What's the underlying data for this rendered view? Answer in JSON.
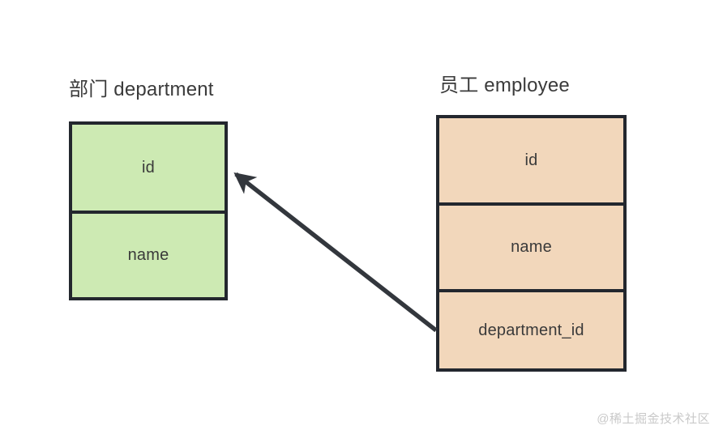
{
  "diagram": {
    "type": "entity-relationship",
    "background_color": "#ffffff",
    "border_color": "#23272e",
    "text_color": "#3a3a3a"
  },
  "entities": [
    {
      "key": "department",
      "title": "部门 department",
      "fill_color": "#cdeab3",
      "fields": [
        {
          "name": "id"
        },
        {
          "name": "name"
        }
      ]
    },
    {
      "key": "employee",
      "title": "员工 employee",
      "fill_color": "#f2d7bb",
      "fields": [
        {
          "name": "id"
        },
        {
          "name": "name"
        },
        {
          "name": "department_id"
        }
      ]
    }
  ],
  "relationship": {
    "from_entity": "employee",
    "from_field": "department_id",
    "to_entity": "department",
    "to_field": "id",
    "arrow_color": "#33373d"
  },
  "watermark": {
    "text": "@稀土掘金技术社区",
    "color": "#c9c9c9"
  }
}
